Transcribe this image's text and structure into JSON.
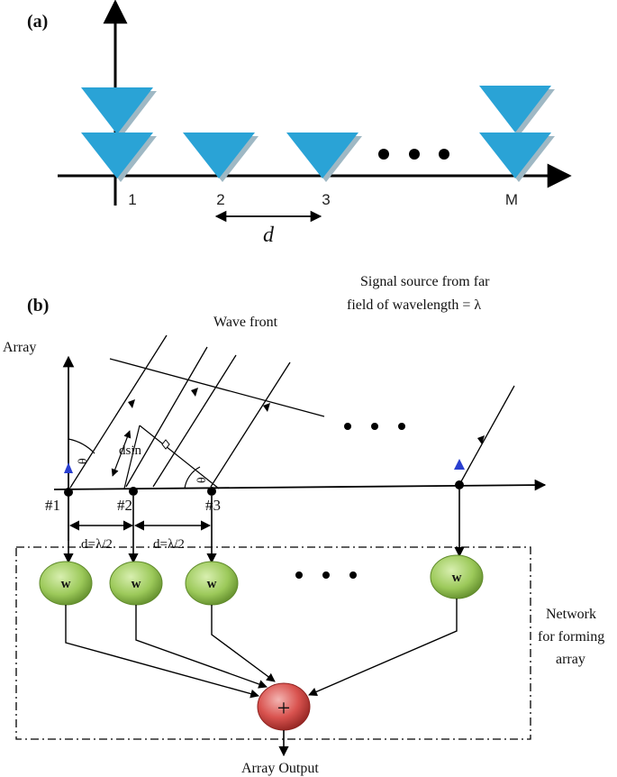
{
  "panel_a": {
    "label": "(a)",
    "element_numbers": [
      "1",
      "2",
      "3",
      "M"
    ],
    "spacing_label": "d",
    "colors": {
      "antenna_fill": "#2aa3d6",
      "antenna_shadow": "#9fb8c4",
      "axis": "#000000"
    }
  },
  "panel_b": {
    "label": "(b)",
    "source_note_line1": "Signal source from far",
    "source_note_line2": "field of wavelength = λ",
    "wave_front_label": "Wave front",
    "array_axis_label": "Array",
    "angle_label_left": "θ",
    "angle_label_right": "θ",
    "path_diff_label": "dsin",
    "element_labels": [
      "#1",
      "#2",
      "#3"
    ],
    "spacing_label_1": "d=λ/2",
    "spacing_label_2": "d=λ/2",
    "weight_label": "w",
    "summer_symbol": "+",
    "network_label_line1": "Network",
    "network_label_line2": "for forming",
    "network_label_line3": "array",
    "output_label": "Array Output",
    "colors": {
      "weight_fill": "#9cc95a",
      "weight_dark": "#5f8a2a",
      "summer_fill": "#d9534f",
      "summer_dark": "#8f2320",
      "antenna_marker": "#2a3fd0"
    }
  }
}
